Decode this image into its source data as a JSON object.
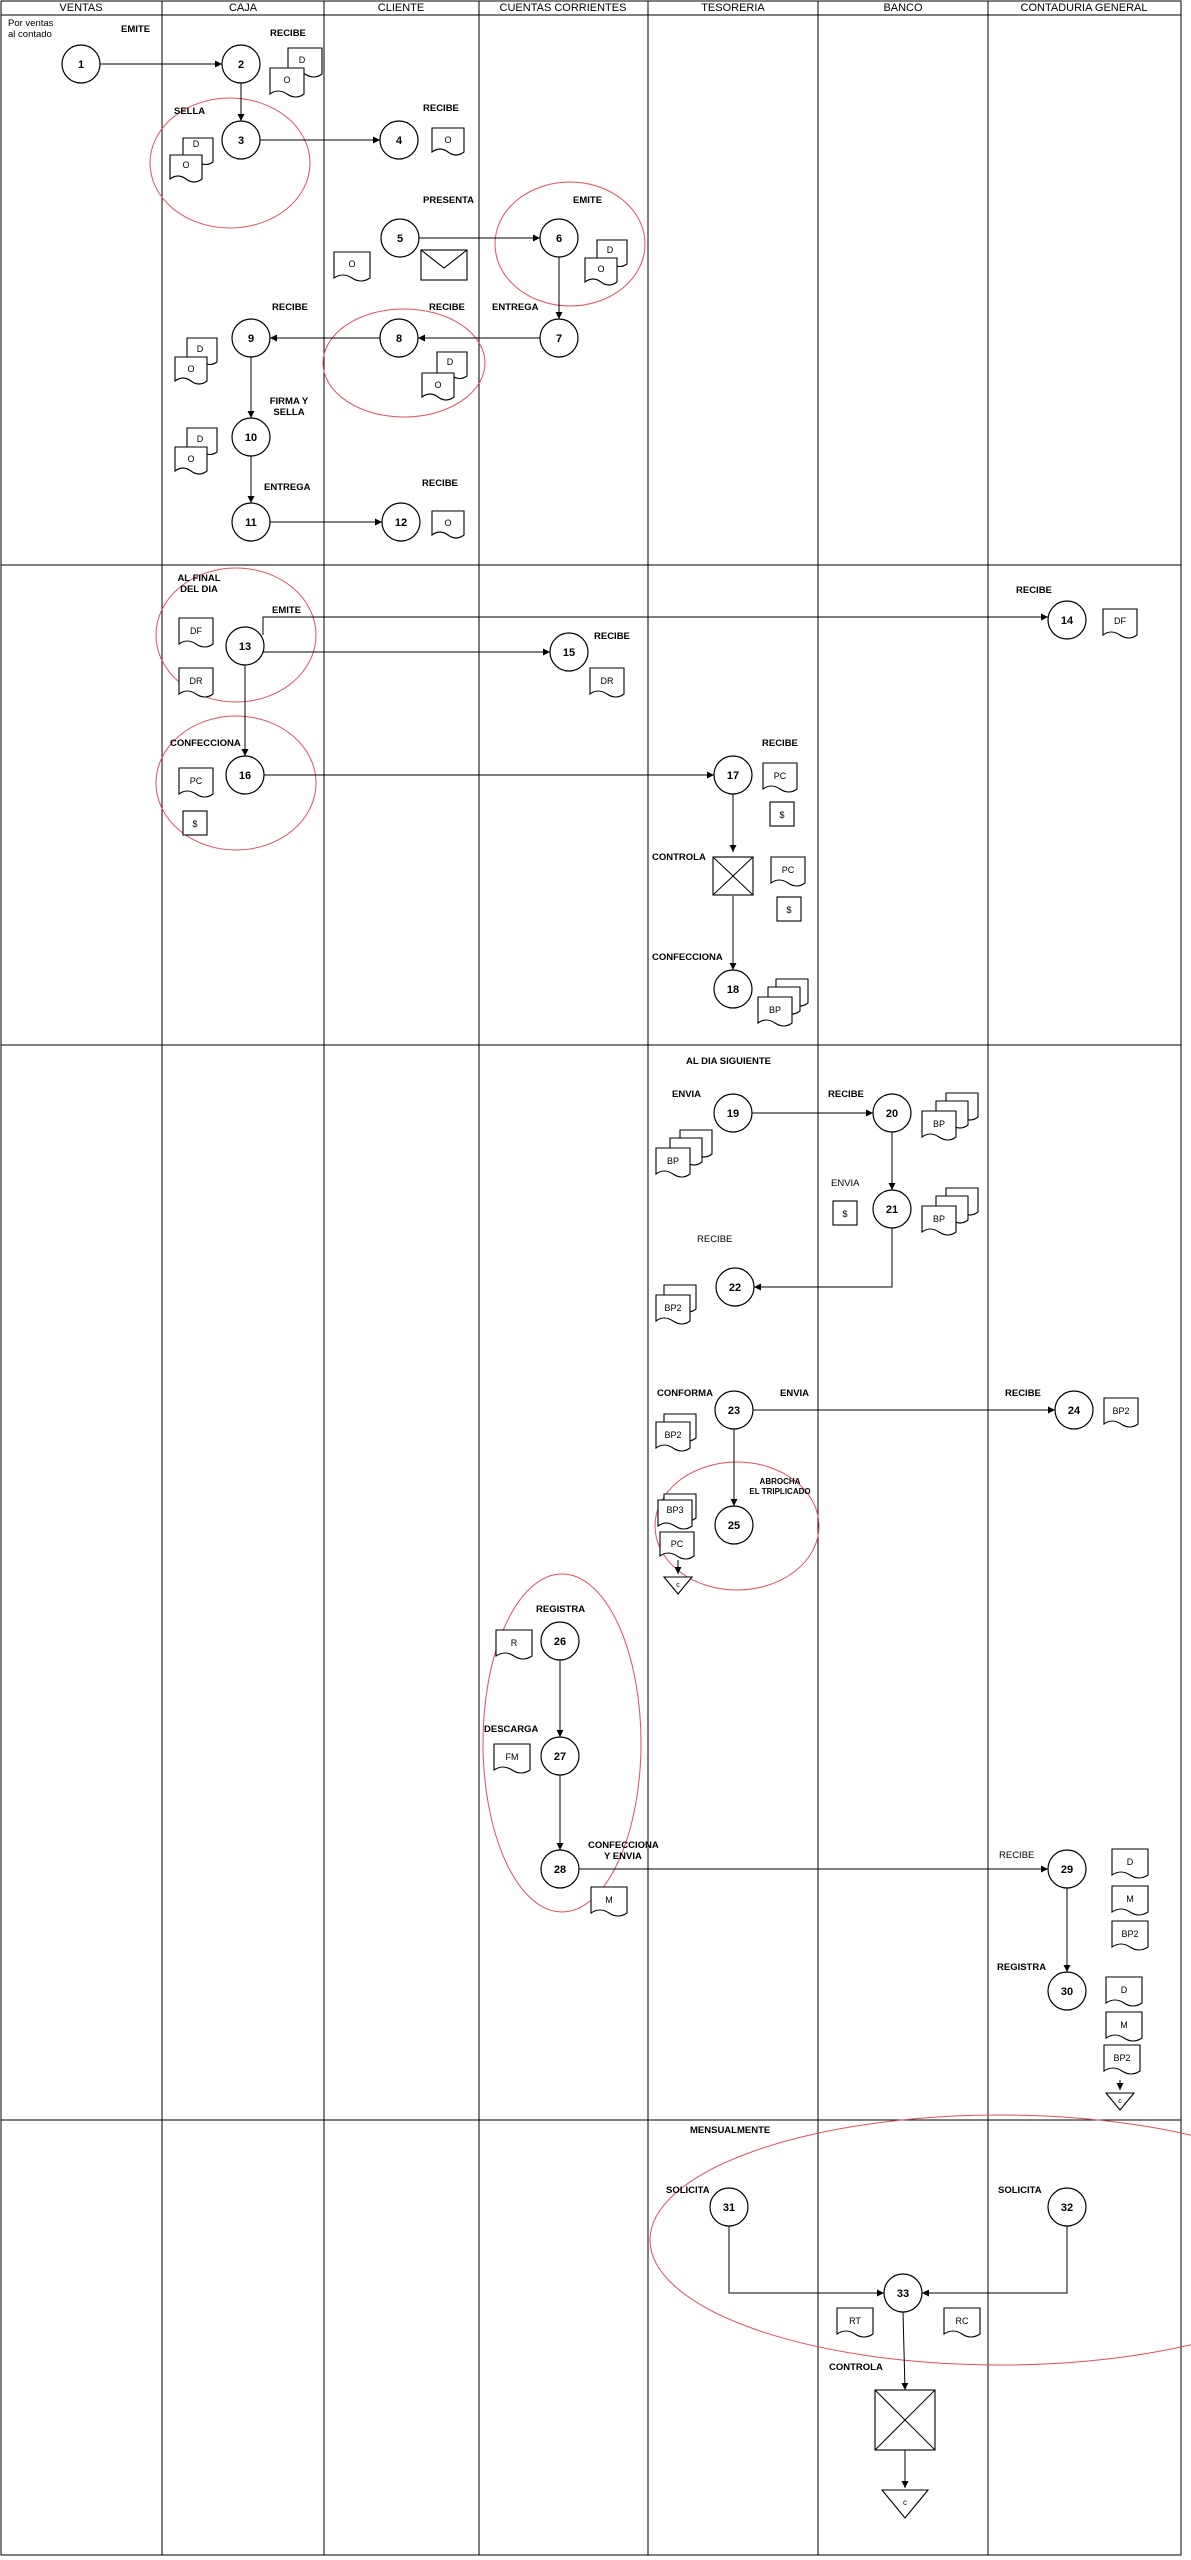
{
  "lanes": [
    "VENTAS",
    "CAJA",
    "CLIENTE",
    "CUENTAS CORRIENTES",
    "TESORERIA",
    "BANCO",
    "CONTADURIA GENERAL"
  ],
  "ventas_note": [
    "Por ventas",
    "al contado"
  ],
  "labels": {
    "emite1": "EMITE",
    "recibe2": "RECIBE",
    "sella": "SELLA",
    "recibe4": "RECIBE",
    "presenta": "PRESENTA",
    "emite6": "EMITE",
    "entrega7": "ENTREGA",
    "recibe8": "RECIBE",
    "recibe9": "RECIBE",
    "firma1": "FIRMA Y",
    "firma2": "SELLA",
    "entrega11": "ENTREGA",
    "recibe12": "RECIBE",
    "alfinal1": "AL FINAL",
    "alfinal2": "DEL DIA",
    "emite13": "EMITE",
    "recibe14": "RECIBE",
    "recibe15": "RECIBE",
    "confecciona16": "CONFECCIONA",
    "recibe17": "RECIBE",
    "controla": "CONTROLA",
    "confecciona18": "CONFECCIONA",
    "aldia": "AL DIA SIGUIENTE",
    "envia19": "ENVIA",
    "recibe20": "RECIBE",
    "envia21": "ENVIA",
    "recibe22": "RECIBE",
    "conforma": "CONFORMA",
    "envia23": "ENVIA",
    "recibe24": "RECIBE",
    "abrocha1": "ABROCHA",
    "abrocha2": "EL TRIPLICADO",
    "registra26": "REGISTRA",
    "descarga": "DESCARGA",
    "confenv1": "CONFECCIONA",
    "confenv2": "Y ENVIA",
    "recibe29": "RECIBE",
    "registra30": "REGISTRA",
    "mensual": "MENSUALMENTE",
    "solicita31": "SOLICITA",
    "solicita32": "SOLICITA",
    "controla33": "CONTROLA"
  },
  "nodes": [
    "1",
    "2",
    "3",
    "4",
    "5",
    "6",
    "7",
    "8",
    "9",
    "10",
    "11",
    "12",
    "13",
    "14",
    "15",
    "16",
    "17",
    "18",
    "19",
    "20",
    "21",
    "22",
    "23",
    "24",
    "25",
    "26",
    "27",
    "28",
    "29",
    "30",
    "31",
    "32",
    "33"
  ],
  "docs": {
    "D": "D",
    "O": "O",
    "DF": "DF",
    "DR": "DR",
    "PC": "PC",
    "S": "$",
    "BP": "BP",
    "BP2": "BP2",
    "BP3": "BP3",
    "R": "R",
    "FM": "FM",
    "M": "M",
    "RT": "RT",
    "RC": "RC"
  },
  "terminators": {
    "c": "c"
  }
}
